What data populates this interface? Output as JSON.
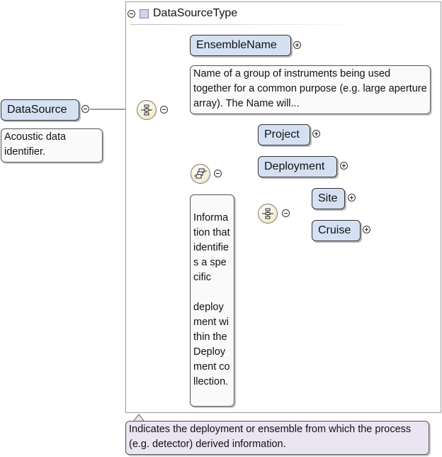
{
  "type_box": {
    "title": "DataSourceType"
  },
  "root": {
    "name": "DataSource",
    "annotation": "Acoustic data identifier.",
    "type_annotation": "Indicates the deployment or ensemble from which the process (e.g. detector) derived information."
  },
  "choice": {
    "ensemble": {
      "name": "EnsembleName",
      "annotation": "Name of a group of instruments being used together for a common purpose (e.g. large aperture array). The Name will..."
    },
    "deployment_group": {
      "annotation": "Information that identifies a specific\n\ndeployment within the Deployment collection."
    }
  },
  "deployment_sequence": {
    "project": {
      "name": "Project"
    },
    "deployment": {
      "name": "Deployment"
    }
  },
  "site_choice": {
    "site": {
      "name": "Site"
    },
    "cruise": {
      "name": "Cruise"
    }
  },
  "icons": {
    "collapse": "minus-circle-icon",
    "expand": "plus-circle-icon",
    "type": "complex-type-icon",
    "sequence": "sequence-compositor-icon",
    "choice": "choice-compositor-icon"
  },
  "colors": {
    "element_fill": "#d5e1f3",
    "note_fill": "#fafafa",
    "type_note_fill": "#eae4f3",
    "compositor_fill": "#f6f1da"
  }
}
